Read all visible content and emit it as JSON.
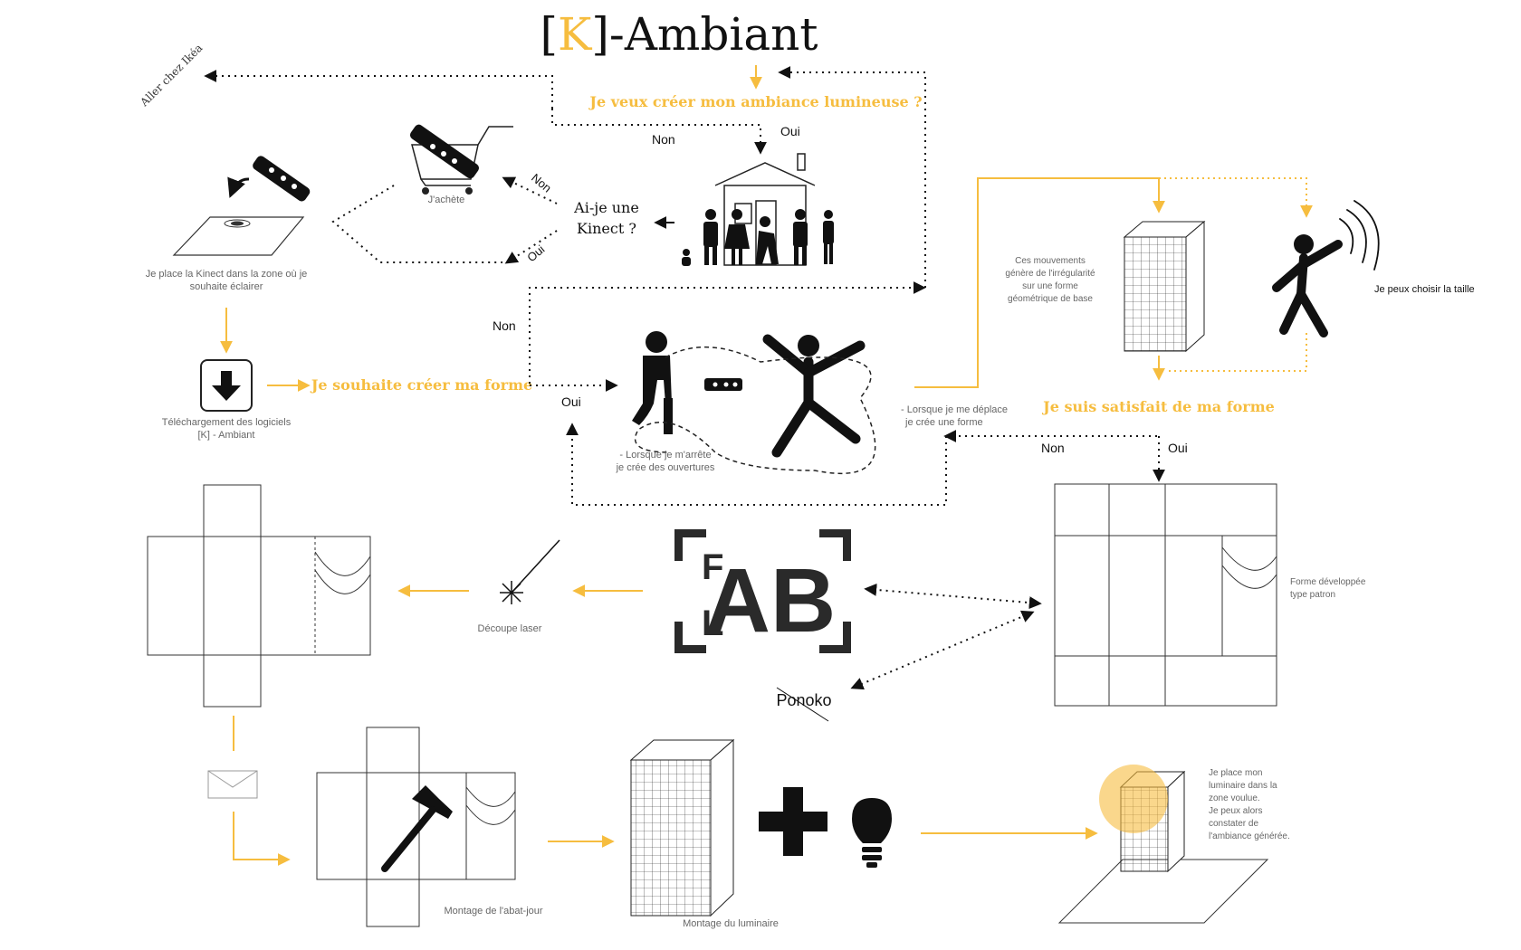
{
  "title": {
    "bracket_open": "[",
    "letter": "K",
    "bracket_close": "]",
    "rest": "-Ambiant"
  },
  "colors": {
    "accent": "#f6bd3f",
    "ink": "#111111",
    "grey": "#777777"
  },
  "questions": {
    "q1": "Je veux créer mon ambiance lumineuse ?",
    "q2": "Je souhaite  créer ma forme",
    "q3": "Je suis satisfait de ma forme"
  },
  "kinect_question": [
    "Ai-je une",
    "Kinect ?"
  ],
  "answers": {
    "non": "Non",
    "oui": "Oui"
  },
  "labels": {
    "ikea": "Aller chez Ikéa",
    "buy": "J'achète",
    "place_kinect": [
      "Je place la Kinect dans la zone où je",
      "souhaite éclairer"
    ],
    "download": [
      "Téléchargement des logiciels",
      "[K] - Ambiant"
    ],
    "stop": [
      "- Lorsque je m'arrête",
      "je crée des ouvertures"
    ],
    "move": [
      "- Lorsque je me déplace",
      "je crée une forme"
    ],
    "irregular": [
      "Ces mouvements",
      "génère de l'irrégularité",
      "sur une forme",
      "géométrique de base"
    ],
    "size": "Je peux choisir la taille",
    "pattern": [
      "Forme développée",
      "type patron"
    ],
    "laser": "Découpe laser",
    "ponoko": "Ponoko",
    "fab": "AB",
    "fab_letter": "F",
    "fab_letter_l": "L",
    "assembly_shade": "Montage de l'abat-jour",
    "assembly_lamp": "Montage du luminaire",
    "final": [
      "Je place mon",
      "luminaire dans la",
      "zone voulue.",
      "Je peux alors",
      "constater de",
      "l'ambiance générée."
    ]
  },
  "icons": [
    "kinect-icon",
    "cart-icon",
    "house-icon",
    "family-icon",
    "walking-person-icon",
    "jumping-person-icon",
    "gesturing-person-icon",
    "download-icon",
    "laser-icon",
    "fab-logo-icon",
    "envelope-icon",
    "hammer-icon",
    "plus-icon",
    "lightbulb-icon",
    "lamp-box-icon"
  ]
}
